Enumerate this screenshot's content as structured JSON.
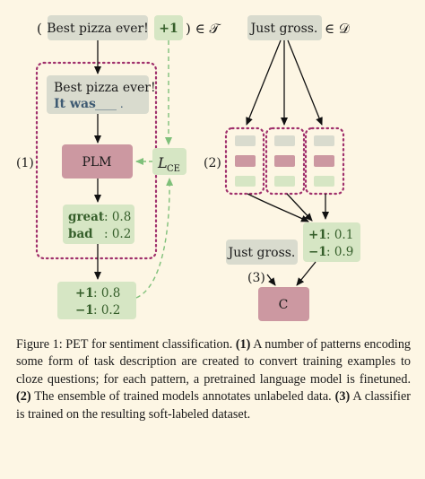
{
  "colors": {
    "gray_box": "#d9dbce",
    "green_box": "#d6e6c4",
    "red_box": "#cc98a1",
    "dot_border": "#a0306c",
    "arrow": "#111111",
    "dashed_arrow": "#7fc07a",
    "blue_text": "#3e5a72",
    "green_text": "#355e2a"
  },
  "top_left": {
    "open_paren": "(",
    "input_text": "Best pizza ever!",
    "label_plus": "+1",
    "close_set": ") ∈ 𝒯"
  },
  "top_right": {
    "unlabeled_text": "Just gross.",
    "set_label": "∈ 𝒟"
  },
  "pattern": {
    "line1": "Best pizza ever!",
    "line2_prefix": "It was",
    "line2_blank": "____ ."
  },
  "plm_label": "PLM",
  "loss_label": "L",
  "loss_sub": "CE",
  "step1_label": "(1)",
  "step2_label": "(2)",
  "step3_label": "(3)",
  "verbalizer": {
    "great_word": "great",
    "great_value": ": 0.8",
    "bad_word": "bad",
    "bad_value": ": 0.2"
  },
  "label_probs": {
    "pos_label": "+1",
    "pos_value": ": 0.8",
    "neg_label": "−1",
    "neg_value": ": 0.2"
  },
  "ensemble_probs": {
    "pos_label": "+1",
    "pos_value": ": 0.1",
    "neg_label": "−1",
    "neg_value": ": 0.9"
  },
  "soft_example": "Just gross.",
  "classifier_label": "C",
  "caption": {
    "figure_prefix": "Figure 1:",
    "pet_P": "P",
    "pet_rest": "ET",
    "text1": " for sentiment classification. ",
    "s1": "(1)",
    "text2": " A number of patterns encoding some form of task description are created to convert training examples to cloze questions; for each pattern, a pretrained language model is finetuned. ",
    "s2": "(2)",
    "text3": " The ensemble of trained models annotates unlabeled data. ",
    "s3": "(3)",
    "text4": " A classifier is trained on the resulting soft-labeled dataset."
  }
}
